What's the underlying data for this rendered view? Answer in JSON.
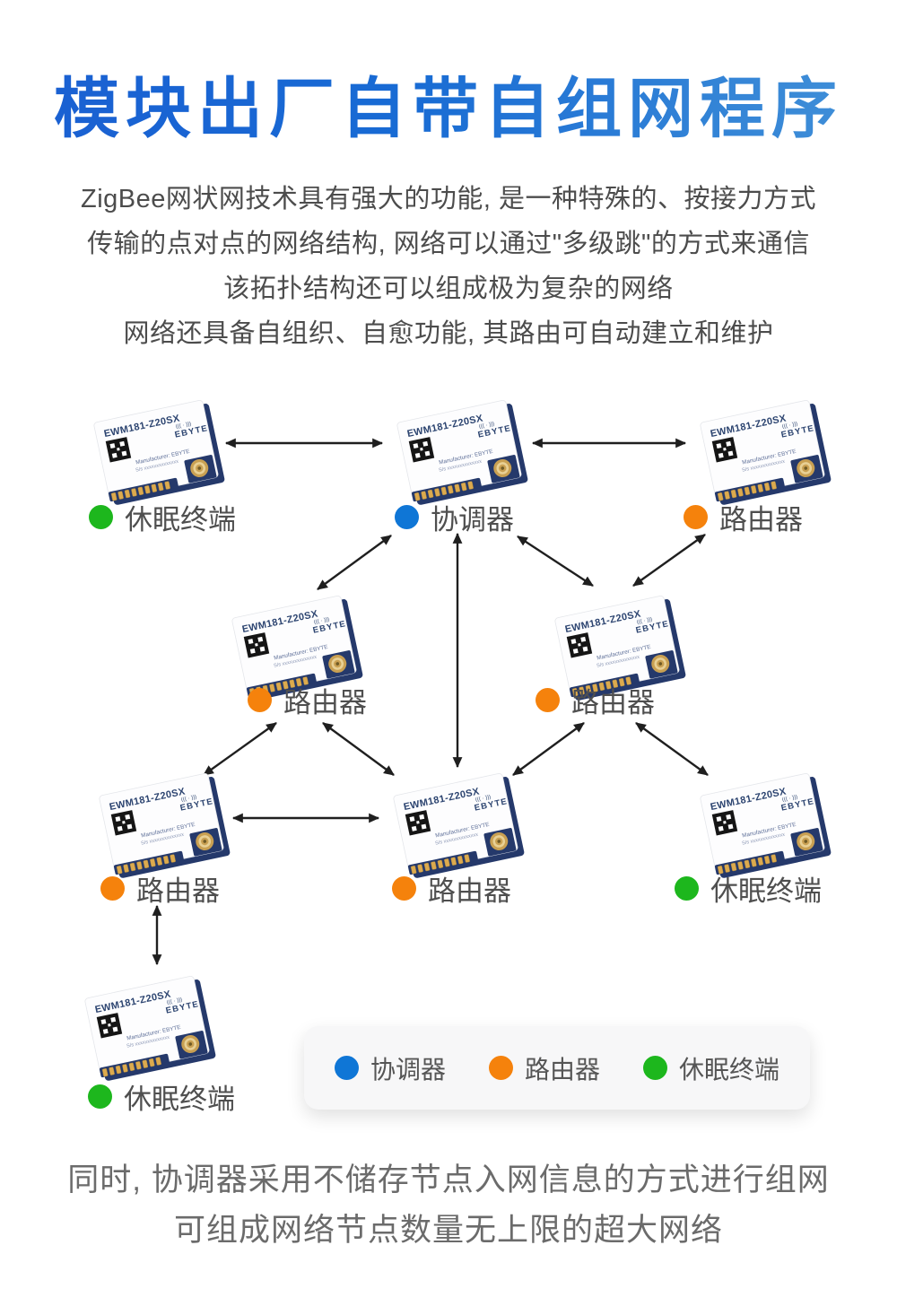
{
  "title": "模块出厂自带自组网程序",
  "intro": {
    "lines": [
      "ZigBee网状网技术具有强大的功能, 是一种特殊的、按接力方式",
      "传输的点对点的网络结构, 网络可以通过\"多级跳\"的方式来通信",
      "该拓扑结构还可以组成极为复杂的网络",
      "网络还具备自组织、自愈功能, 其路由可自动建立和维护"
    ]
  },
  "module": {
    "name": "EWM181-Z20SX",
    "brand": "EBYTE",
    "rf_icon": "((( · )))",
    "manufacturer": "Manufacturer: EBYTE",
    "serial": "S/s xxxxxxxxxxxxxx"
  },
  "diagram": {
    "nodes": [
      {
        "id": "A",
        "type": "sleep",
        "label": "休眠终端"
      },
      {
        "id": "B",
        "type": "coordinator",
        "label": "协调器"
      },
      {
        "id": "C",
        "type": "router",
        "label": "路由器"
      },
      {
        "id": "D",
        "type": "router",
        "label": "路由器"
      },
      {
        "id": "E",
        "type": "router",
        "label": "路由器"
      },
      {
        "id": "F",
        "type": "router",
        "label": "路由器"
      },
      {
        "id": "G",
        "type": "router",
        "label": "路由器"
      },
      {
        "id": "H",
        "type": "sleep",
        "label": "休眠终端"
      },
      {
        "id": "I",
        "type": "sleep",
        "label": "休眠终端"
      }
    ],
    "edges": [
      [
        "A",
        "B"
      ],
      [
        "B",
        "C"
      ],
      [
        "B",
        "D"
      ],
      [
        "B",
        "E"
      ],
      [
        "B",
        "G"
      ],
      [
        "C",
        "E"
      ],
      [
        "D",
        "F"
      ],
      [
        "D",
        "G"
      ],
      [
        "E",
        "G"
      ],
      [
        "E",
        "H"
      ],
      [
        "F",
        "G"
      ],
      [
        "F",
        "I"
      ]
    ]
  },
  "legend": {
    "items": [
      {
        "type": "coordinator",
        "label": "协调器"
      },
      {
        "type": "router",
        "label": "路由器"
      },
      {
        "type": "sleep",
        "label": "休眠终端"
      }
    ]
  },
  "outro": {
    "lines": [
      "同时, 协调器采用不储存节点入网信息的方式进行组网",
      "可组成网络节点数量无上限的超大网络"
    ]
  },
  "colors": {
    "coordinator": "#0f76d6",
    "router": "#f5820c",
    "sleep": "#1db71d",
    "arrow": "#1f1f1f",
    "title_gradient_start": "#1a5fd2",
    "title_gradient_end": "#4392d8",
    "body_text": "#4c4c4c",
    "outro_text": "#6b6b6b",
    "node_label_text": "#4f4f4f",
    "module_navy": "#25396b",
    "legend_background": "#f7f7f8"
  }
}
